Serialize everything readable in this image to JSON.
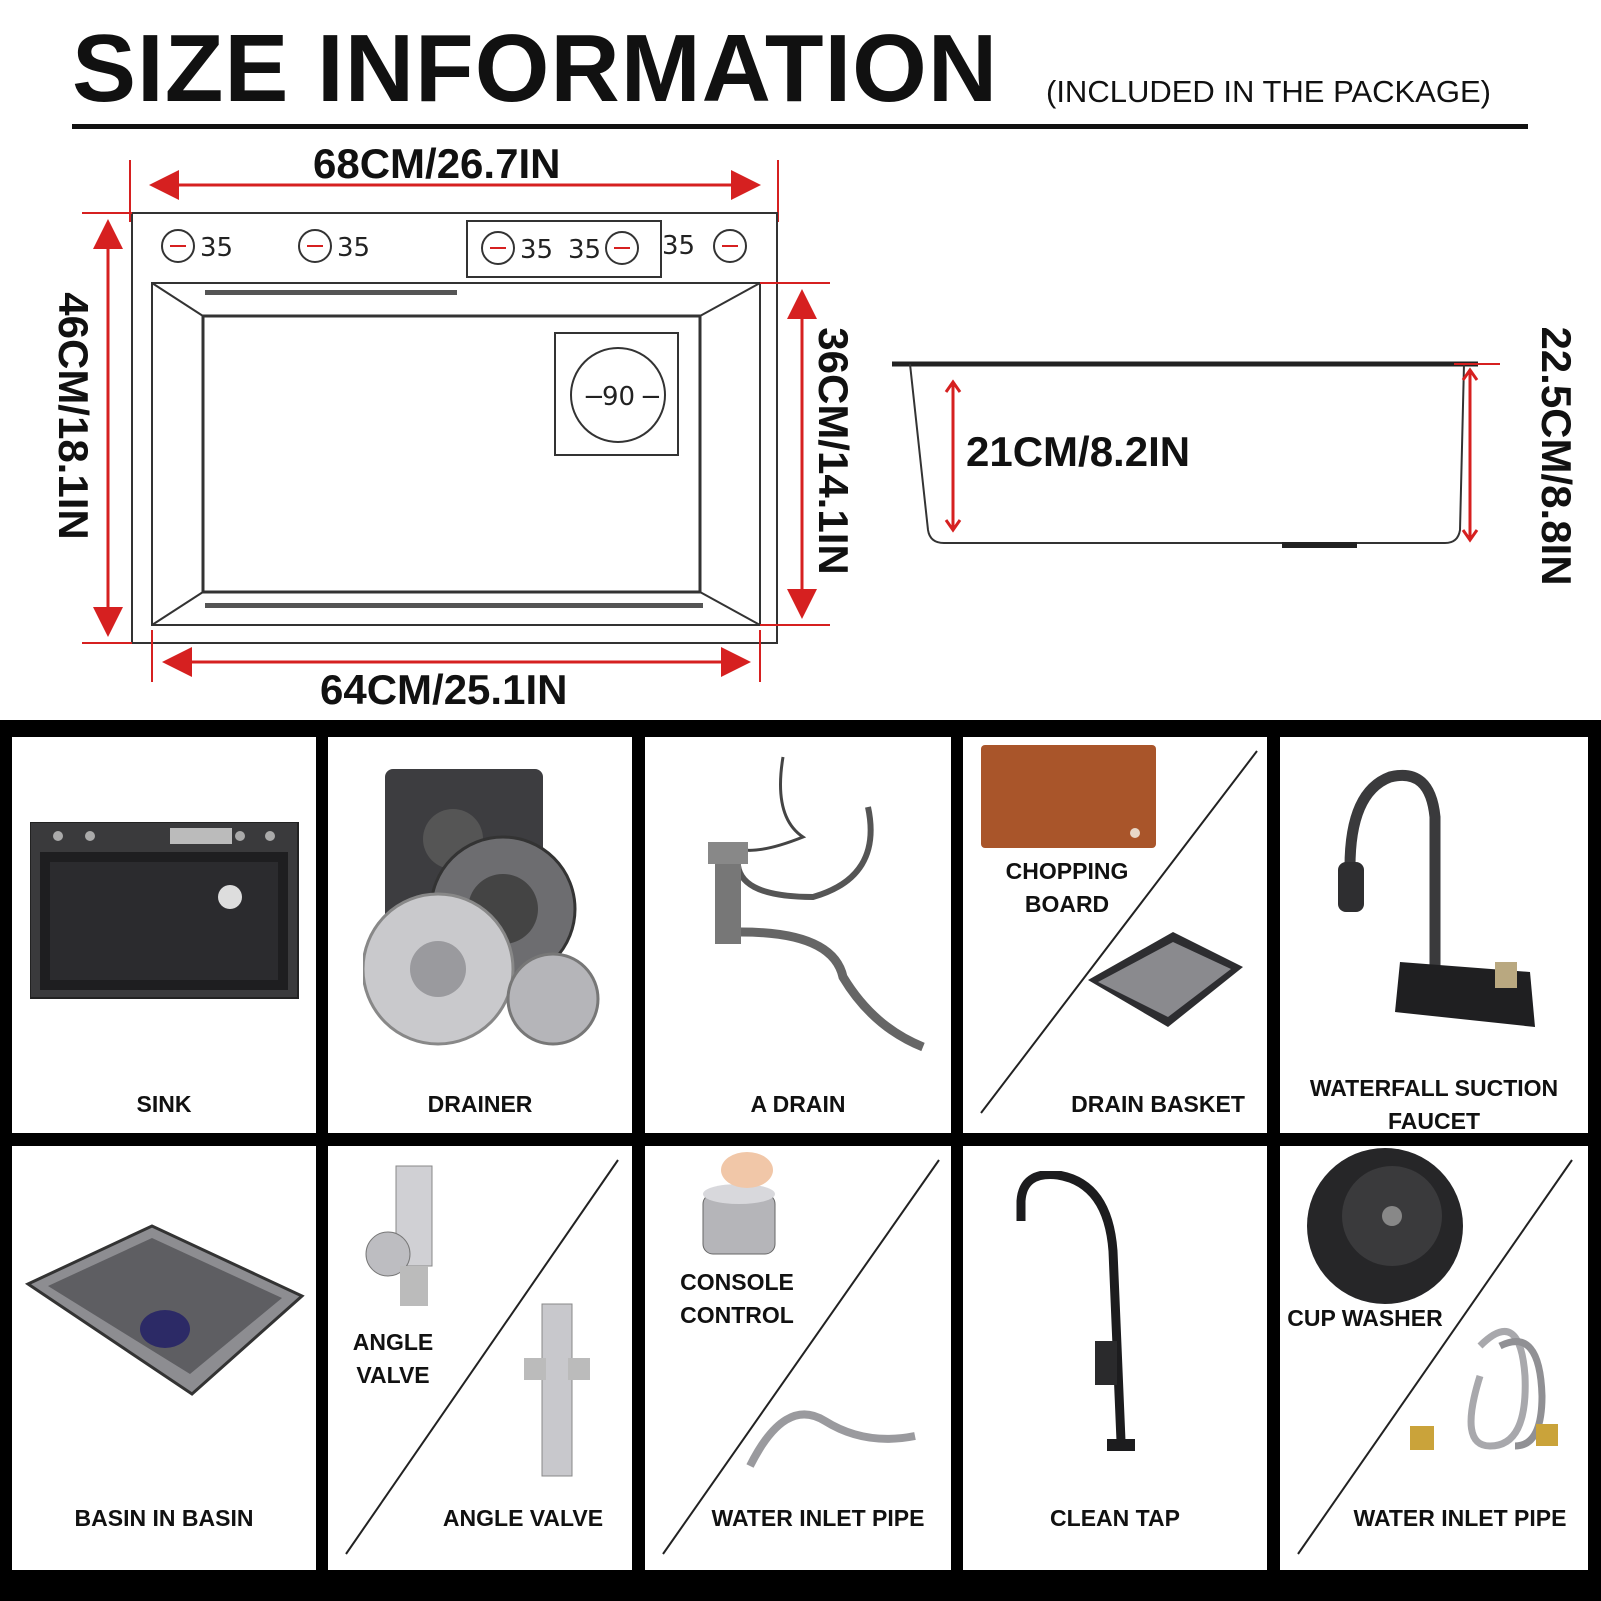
{
  "header": {
    "title": "SIZE INFORMATION",
    "subtitle": "(INCLUDED IN THE PACKAGE)"
  },
  "top_view": {
    "width_top": "68CM/26.7IN",
    "width_bottom": "64CM/25.1IN",
    "height_left": "46CM/18.1IN",
    "height_right": "36CM/14.1IN",
    "holes": [
      "35",
      "35",
      "35",
      "35",
      "35"
    ],
    "round_hole": "90"
  },
  "side_view": {
    "inner_depth": "21CM/8.2IN",
    "outer_depth": "22.5CM/8.8IN"
  },
  "package": {
    "row1": [
      {
        "label": "SINK"
      },
      {
        "label": "DRAINER"
      },
      {
        "label": "A DRAIN"
      },
      {
        "label_top": "CHOPPING\nBOARD",
        "label_bottom": "DRAIN BASKET"
      },
      {
        "label": "WATERFALL SUCTION\nFAUCET"
      }
    ],
    "row2": [
      {
        "label": "BASIN IN BASIN"
      },
      {
        "label_top": "ANGLE\nVALVE",
        "label_bottom": "ANGLE VALVE"
      },
      {
        "label_top": "CONSOLE\nCONTROL",
        "label_bottom": "WATER INLET PIPE"
      },
      {
        "label": "CLEAN TAP"
      },
      {
        "label_top": "CUP WASHER",
        "label_bottom": "WATER INLET PIPE"
      }
    ]
  },
  "colors": {
    "dimension_arrow": "#d62020",
    "outline": "#333333",
    "grid_bg": "#000000"
  }
}
